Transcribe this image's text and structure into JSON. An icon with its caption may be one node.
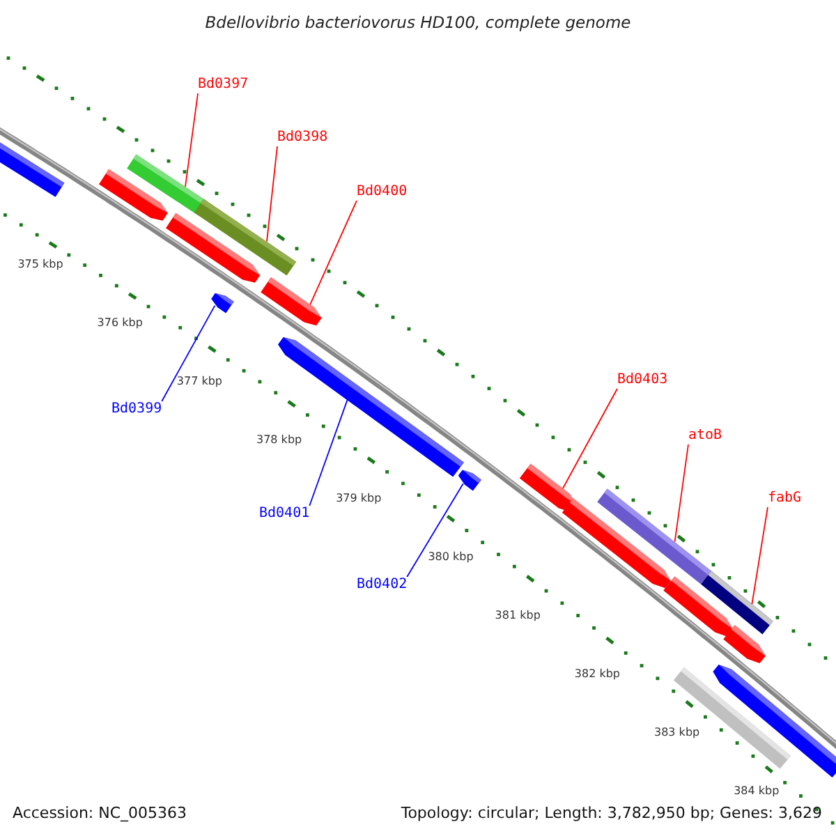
{
  "diagram": {
    "title": "Bdellovibrio bacteriovorus HD100, complete genome",
    "nodes": [
      {
        "text": [
          "Bd0397"
        ]
      },
      {
        "text": [
          "Bd0398"
        ]
      },
      {
        "text": [
          "Bd0400"
        ]
      },
      {
        "text": [
          "Bd0399"
        ]
      },
      {
        "text": [
          "Bd0401"
        ]
      },
      {
        "text": [
          "Bd0402"
        ]
      },
      {
        "text": [
          "Bd0403"
        ]
      },
      {
        "text": [
          "atoB"
        ]
      },
      {
        "text": [
          "fabG"
        ]
      },
      {
        "text": [],
        "shape": "bar"
      },
      {
        "text": [],
        "shape": "bar"
      },
      {
        "text": [],
        "shape": "bar"
      },
      {
        "text": [],
        "shape": "bar"
      },
      {
        "text": [],
        "shape": "bar"
      },
      {
        "text": [],
        "shape": "bar"
      },
      {
        "text": [],
        "shape": "bar"
      },
      {
        "text": [],
        "shape": "bar"
      },
      {
        "text": [],
        "shape": "bar"
      },
      {
        "text": [],
        "shape": "bar"
      },
      {
        "text": [],
        "shape": "bar"
      },
      {
        "text": [],
        "shape": "bar"
      },
      {
        "text": [],
        "shape": "bar"
      },
      {
        "text": [],
        "shape": "bar"
      },
      {
        "text": [],
        "shape": "bar"
      },
      {
        "text": [],
        "shape": "bar"
      },
      {
        "text": [],
        "shape": "bar"
      }
    ],
    "edges": [
      {
        "from": 0,
        "to": 11,
        "arrow": "none"
      },
      {
        "from": 1,
        "to": 13,
        "arrow": "none"
      },
      {
        "from": 2,
        "to": 15,
        "arrow": "none"
      },
      {
        "from": 3,
        "to": 14,
        "arrow": "none",
        "color": "#0000ff"
      },
      {
        "from": 4,
        "to": 16,
        "arrow": "none",
        "color": "#0000ff"
      },
      {
        "from": 5,
        "to": 17,
        "arrow": "none",
        "color": "#0000ff"
      },
      {
        "from": 6,
        "to": 18,
        "arrow": "none"
      },
      {
        "from": 7,
        "to": 20,
        "arrow": "none"
      },
      {
        "from": 8,
        "to": 22,
        "arrow": "none"
      }
    ],
    "labels": [
      "375 kbp",
      "376 kbp",
      "377 kbp",
      "378 kbp",
      "379 kbp",
      "380 kbp",
      "381 kbp",
      "382 kbp",
      "383 kbp",
      "384 kbp",
      "Accession: NC_005363",
      "Topology: circular; Length: 3,782,950 bp; Genes: 3,629"
    ]
  }
}
